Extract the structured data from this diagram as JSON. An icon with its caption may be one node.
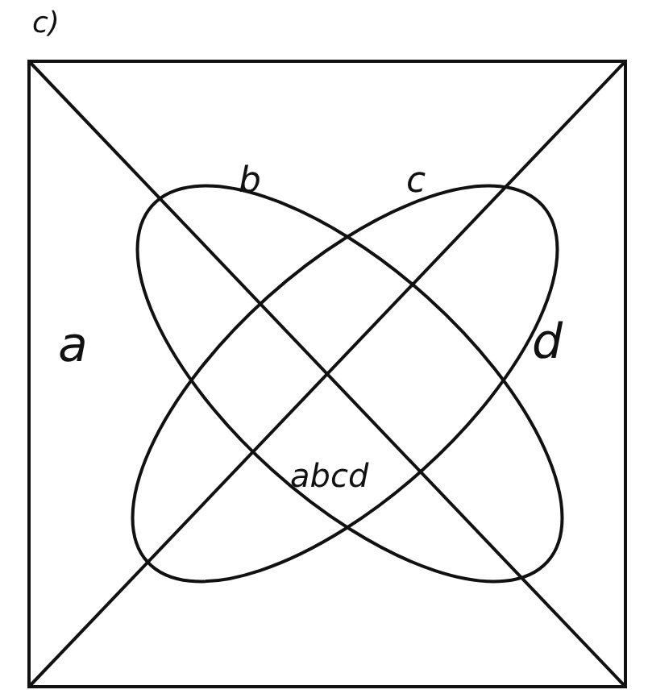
{
  "diagram": {
    "labels": [
      "c)",
      "b",
      "c",
      "a",
      "d",
      "abcd"
    ]
  }
}
